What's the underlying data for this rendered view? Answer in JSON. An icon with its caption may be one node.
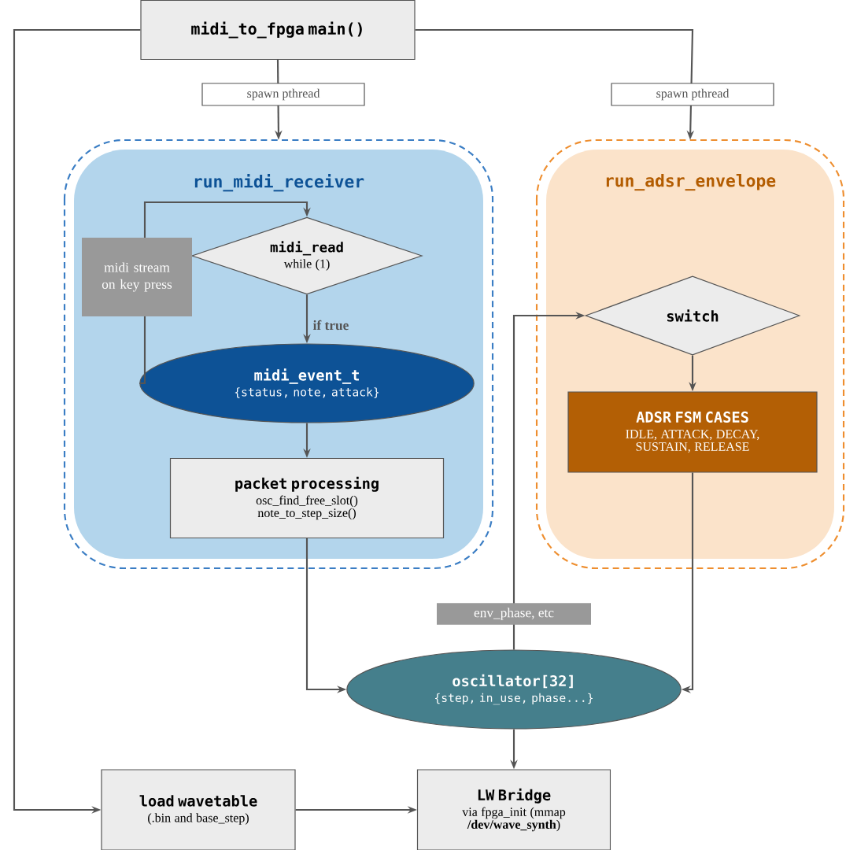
{
  "diagram": {
    "nodes": [
      {
        "text": [
          "midi_to_fpga main()"
        ]
      },
      {
        "text": [
          "run_midi_receiver"
        ]
      },
      {
        "text": [
          "midi_read",
          "while (1)"
        ],
        "in": 1
      },
      {
        "text": [
          "midi_event_t",
          "{status, note, attack}"
        ],
        "in": 1
      },
      {
        "text": [
          "packet processing",
          "osc_find_free_slot() note_to_step_size()"
        ],
        "in": 1
      },
      {
        "text": [
          "run_adsr_envelope"
        ]
      },
      {
        "text": [
          "switch"
        ],
        "in": 5
      },
      {
        "text": [
          "ADSR FSM CASES",
          "IDLE, ATTACK, DECAY, SUSTAIN, RELEASE"
        ],
        "in": 5
      },
      {
        "text": [
          "oscillator[32]",
          "{step, in_use, phase...}"
        ]
      },
      {
        "text": [
          "load wavetable",
          "(.bin and base_step)"
        ]
      },
      {
        "text": [
          "LW Bridge",
          "via fpga_init (mmap **/dev/wave_synth**)"
        ]
      }
    ],
    "edges": [
      {
        "from": 0,
        "to": 1,
        "arrow": "to",
        "label": "spawn pthread"
      },
      {
        "from": 0,
        "to": 5,
        "arrow": "to",
        "label": "spawn pthread"
      },
      {
        "from": 2,
        "to": 3,
        "arrow": "to",
        "label": "if true"
      },
      {
        "from": 3,
        "to": 2,
        "arrow": "to",
        "label": "midi stream on key press"
      },
      {
        "from": 3,
        "to": 4,
        "arrow": "to"
      },
      {
        "from": 4,
        "to": 8,
        "arrow": "to"
      },
      {
        "from": 8,
        "to": 6,
        "arrow": "to",
        "label": "env_phase, etc"
      },
      {
        "from": 7,
        "to": 8,
        "arrow": "to"
      },
      {
        "from": 6,
        "to": 7,
        "arrow": "to"
      },
      {
        "from": 8,
        "to": 10,
        "arrow": "to"
      },
      {
        "from": 0,
        "to": 9,
        "arrow": "to"
      },
      {
        "from": 9,
        "to": 10,
        "arrow": "to"
      }
    ]
  }
}
